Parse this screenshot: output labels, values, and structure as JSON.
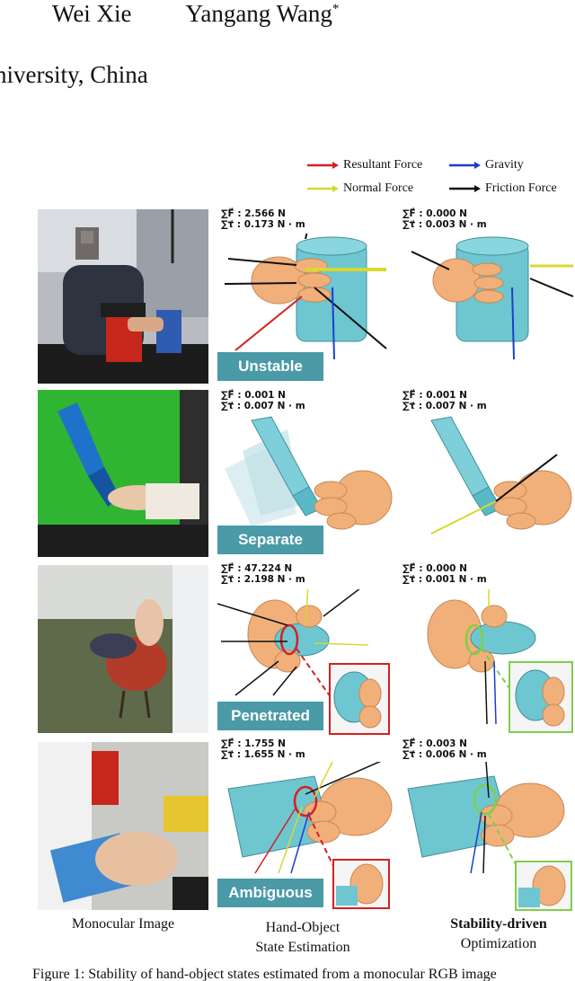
{
  "header": {
    "author_1": "Wei Xie",
    "author_2": "Yangang Wang",
    "author_2_mark": "*",
    "affiliation": "niversity, China"
  },
  "legend": {
    "resultant": "Resultant Force",
    "gravity": "Gravity",
    "normal": "Normal Force",
    "friction": "Friction Force",
    "colors": {
      "resultant": "#d62020",
      "gravity": "#1a3fcc",
      "normal": "#d8d830",
      "friction": "#111111"
    }
  },
  "rows": [
    {
      "status": "Unstable",
      "estimation": {
        "force": "2.566 N",
        "torque": "0.173 N · m"
      },
      "optimized": {
        "force": "0.000 N",
        "torque": "0.003 N · m"
      }
    },
    {
      "status": "Separate",
      "estimation": {
        "force": "0.001 N",
        "torque": "0.007 N · m"
      },
      "optimized": {
        "force": "0.001 N",
        "torque": "0.007 N · m"
      }
    },
    {
      "status": "Penetrated",
      "estimation": {
        "force": "47.224 N",
        "torque": "2.198 N · m"
      },
      "optimized": {
        "force": "0.000 N",
        "torque": "0.001 N · m"
      }
    },
    {
      "status": "Ambiguous",
      "estimation": {
        "force": "1.755 N",
        "torque": "1.655 N · m"
      },
      "optimized": {
        "force": "0.003 N",
        "torque": "0.006 N · m"
      }
    }
  ],
  "symbols": {
    "force": "∑F⃗ : ",
    "torque": "∑τ⃗ : "
  },
  "captions": {
    "col1": "Monocular Image",
    "col2_line1": "Hand-Object",
    "col2_line2": "State Estimation",
    "col3_line1": "Stability-driven",
    "col3_line2": "Optimization"
  },
  "figure_line": "Figure 1: Stability of hand-object states estimated from a monocular RGB image"
}
